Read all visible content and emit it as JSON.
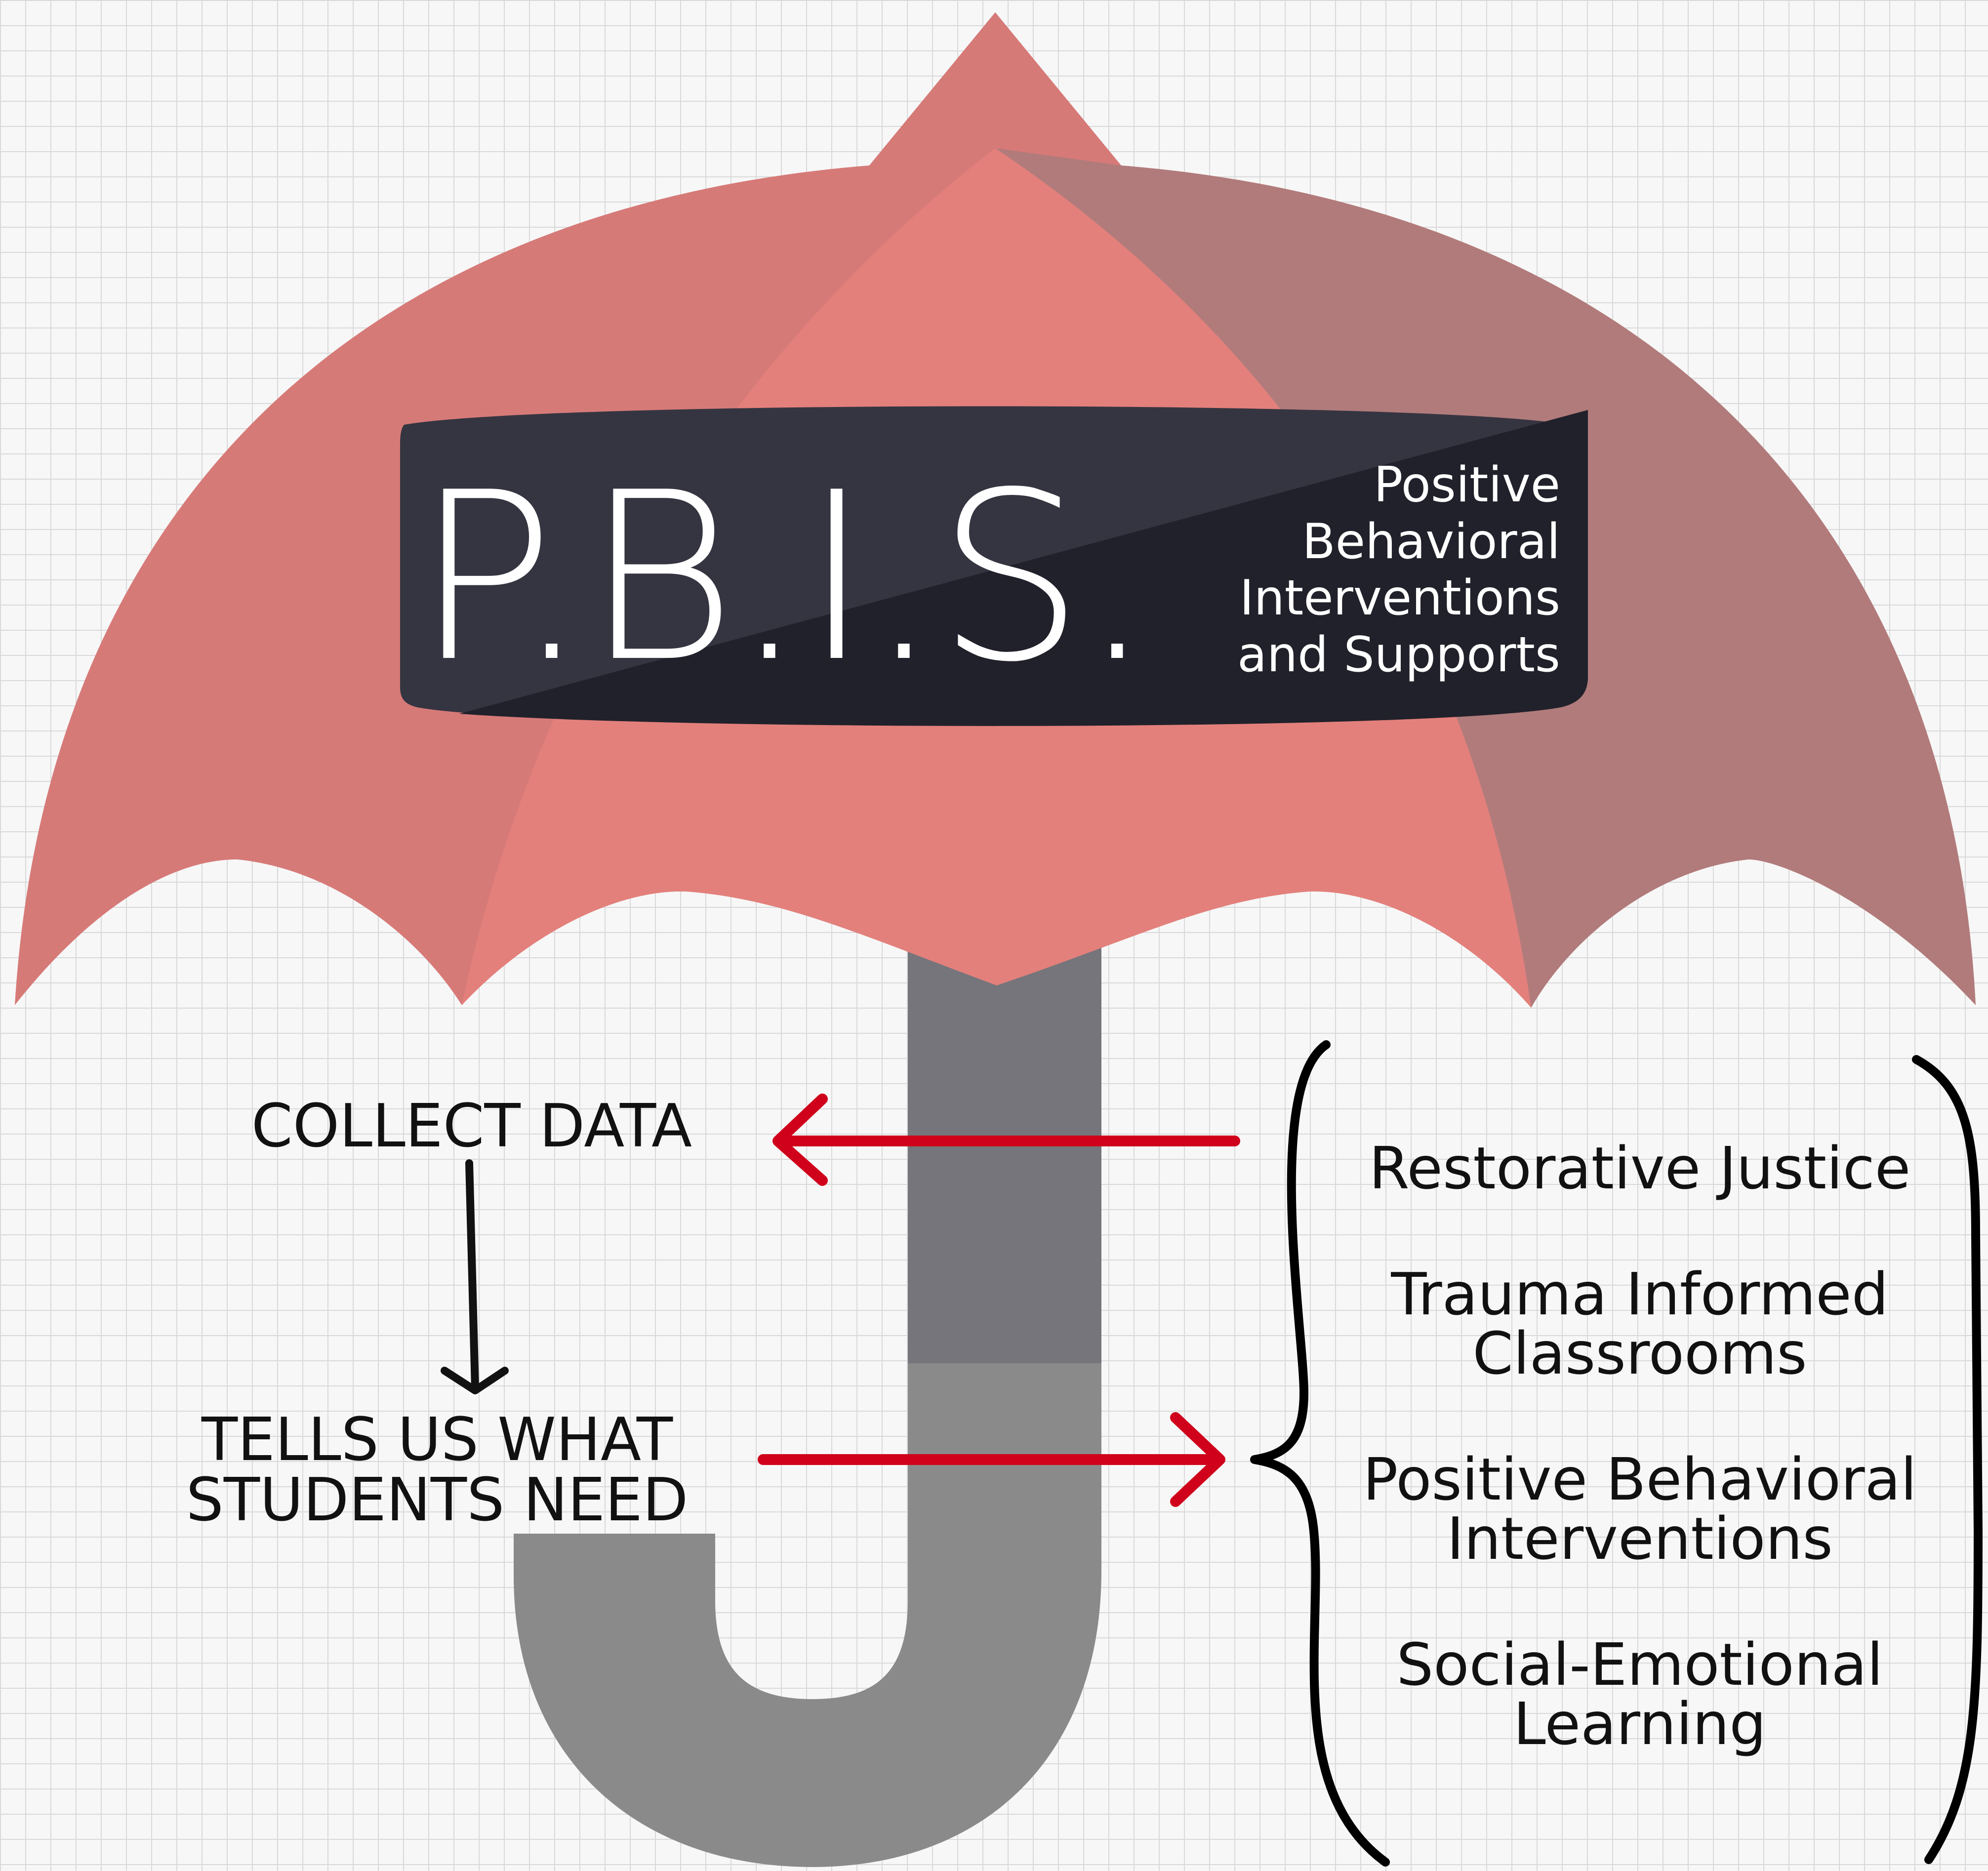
{
  "badge": {
    "acronym": "P.B.I.S.",
    "subtitle_lines": [
      "Positive",
      "Behavioral",
      "Interventions",
      "and Supports"
    ]
  },
  "process": {
    "collect_data": "COLLECT DATA",
    "tells_us_lines": [
      "TELLS US WHAT",
      "STUDENTS NEED"
    ]
  },
  "supports": [
    {
      "lines": [
        "Restorative Justice"
      ]
    },
    {
      "lines": [
        "Trauma Informed",
        "Classrooms"
      ]
    },
    {
      "lines": [
        "Positive Behavioral",
        "Interventions"
      ]
    },
    {
      "lines": [
        "Social-Emotional",
        "Learning"
      ]
    }
  ],
  "colors": {
    "canopy": "#d67a78",
    "canopy_light": "#e3807b",
    "canopy_shade": "#b17b7b",
    "badge": "#353541",
    "shaft_top": "#75757b",
    "shaft_bottom": "#8a8a8a",
    "arrow_red": "#d0021b",
    "ink": "#111111"
  }
}
